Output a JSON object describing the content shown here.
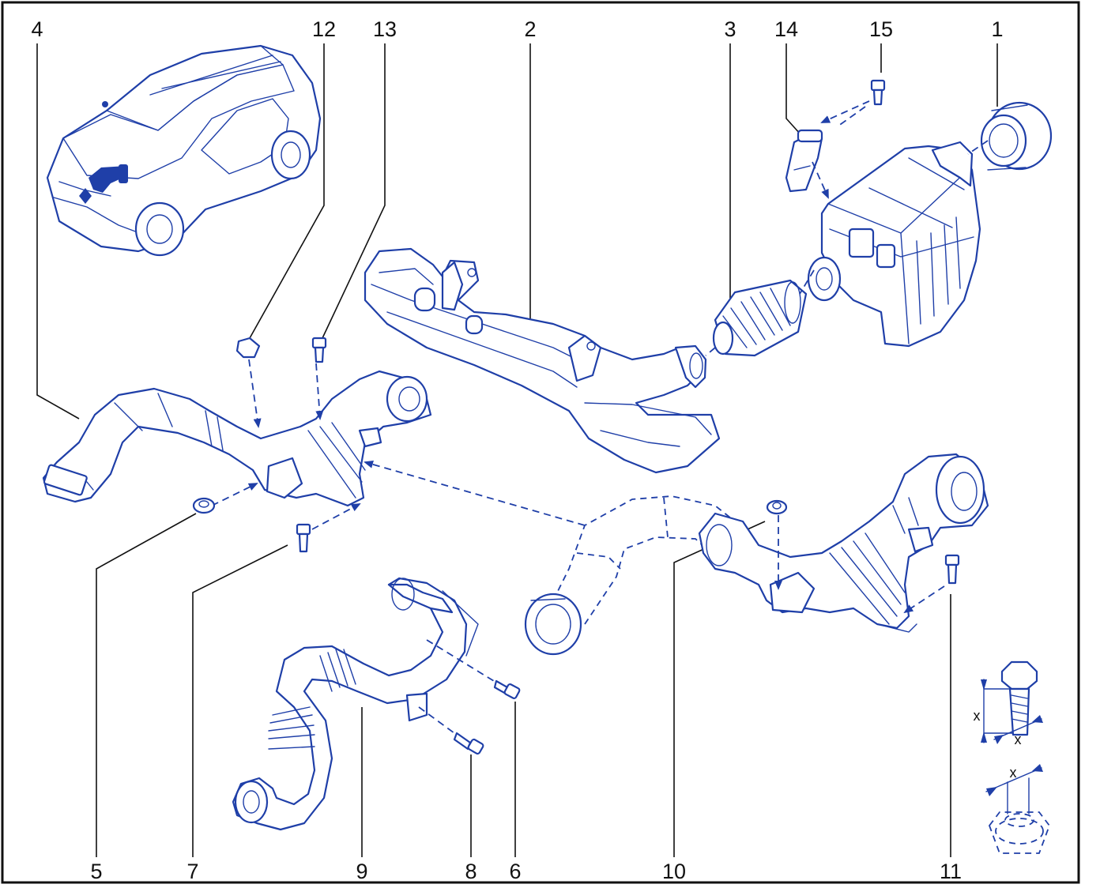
{
  "diagram": {
    "colors": {
      "line": "#1f3fa8",
      "frame": "#111111",
      "background": "#ffffff"
    },
    "callouts": {
      "c1": "1",
      "c2": "2",
      "c3": "3",
      "c4": "4",
      "c5": "5",
      "c6": "6",
      "c7": "7",
      "c8": "8",
      "c9": "9",
      "c10": "10",
      "c11": "11",
      "c12": "12",
      "c13": "13",
      "c14": "14",
      "c15": "15"
    },
    "dimension_marks": {
      "bolt_x1": "x",
      "bolt_x2": "x",
      "nut_x": "x"
    }
  }
}
